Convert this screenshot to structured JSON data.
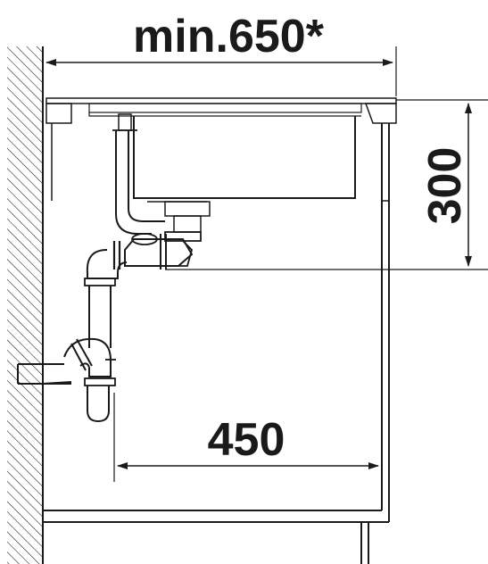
{
  "dimensions": {
    "cabinet_width_label": "min.650*",
    "height_label": "300",
    "depth_label": "450"
  },
  "colors": {
    "line": "#1a1a1a",
    "background": "#ffffff"
  }
}
